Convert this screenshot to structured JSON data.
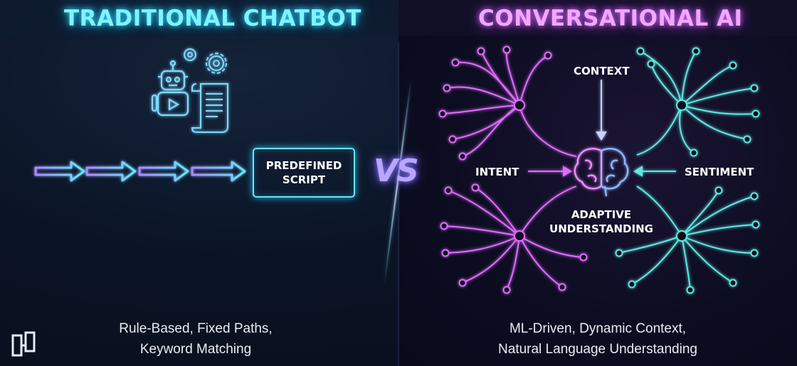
{
  "left": {
    "title": "TRADITIONAL CHATBOT",
    "script_box": {
      "line1": "PREDEFINED",
      "line2": "SCRIPT"
    },
    "caption": {
      "line1": "Rule-Based, Fixed Paths,",
      "line2": "Keyword Matching"
    },
    "icons": [
      "robot-icon",
      "gears-icon",
      "script-document-icon",
      "arrow-icon"
    ],
    "accent": "#67e6ff"
  },
  "divider": {
    "label": "VS"
  },
  "right": {
    "title": "CONVERSATIONAL AI",
    "labels": {
      "context": "CONTEXT",
      "intent": "INTENT",
      "sentiment": "SENTIMENT",
      "adaptive": "ADAPTIVE UNDERSTANDING"
    },
    "caption": {
      "line1": "ML-Driven, Dynamic Context,",
      "line2": "Natural Language Understanding"
    },
    "icons": [
      "brain-icon",
      "neural-network-icon"
    ],
    "accent_pink": "#e06cff",
    "accent_teal": "#5ee8e0"
  },
  "brand": {
    "icon": "logo-icon"
  }
}
